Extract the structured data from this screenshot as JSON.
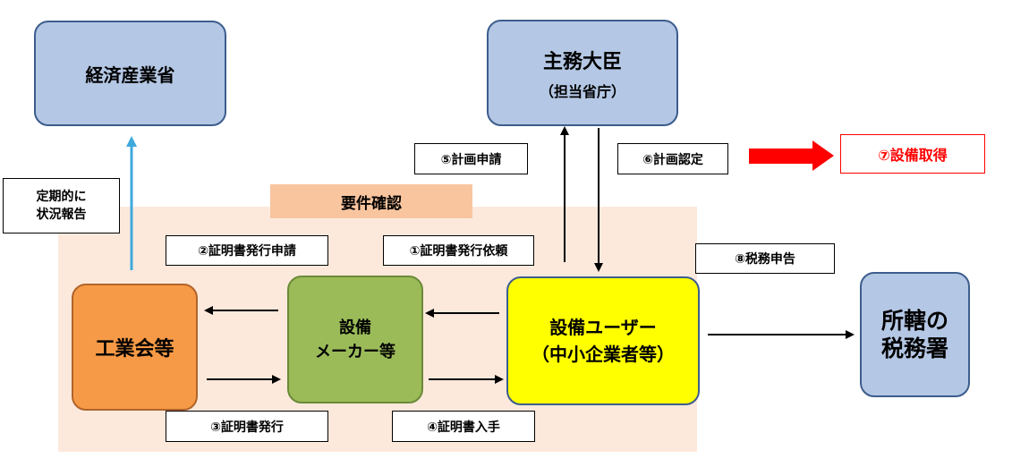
{
  "requirement": "要件確認",
  "nodes": {
    "meti": "経済産業省",
    "minister_title": "主務大臣",
    "minister_sub": "（担当省庁）",
    "industry": "工業会等",
    "maker_line1": "設備",
    "maker_line2": "メーカー等",
    "user_line1": "設備ユーザー",
    "user_line2": "（中小企業者等）",
    "tax_line1": "所轄の",
    "tax_line2": "税務署"
  },
  "labels": {
    "report_line1": "定期的に",
    "report_line2": "状況報告",
    "step1": "①証明書発行依頼",
    "step2": "②証明書発行申請",
    "step3": "③証明書発行",
    "step4": "④証明書入手",
    "step5": "⑤計画申請",
    "step6": "⑥計画認定",
    "step7": "⑦設備取得",
    "step8": "⑧税務申告"
  },
  "colors": {
    "light_blue_node": "#b4c7e4",
    "orange_node": "#f79a47",
    "green_node": "#9bbb59",
    "yellow_node": "#ffff00",
    "background_area": "#fce9dc",
    "requirement_bar": "#f9c59f",
    "red_arrow": "#ff0000",
    "report_arrow": "#3fa9dd"
  }
}
